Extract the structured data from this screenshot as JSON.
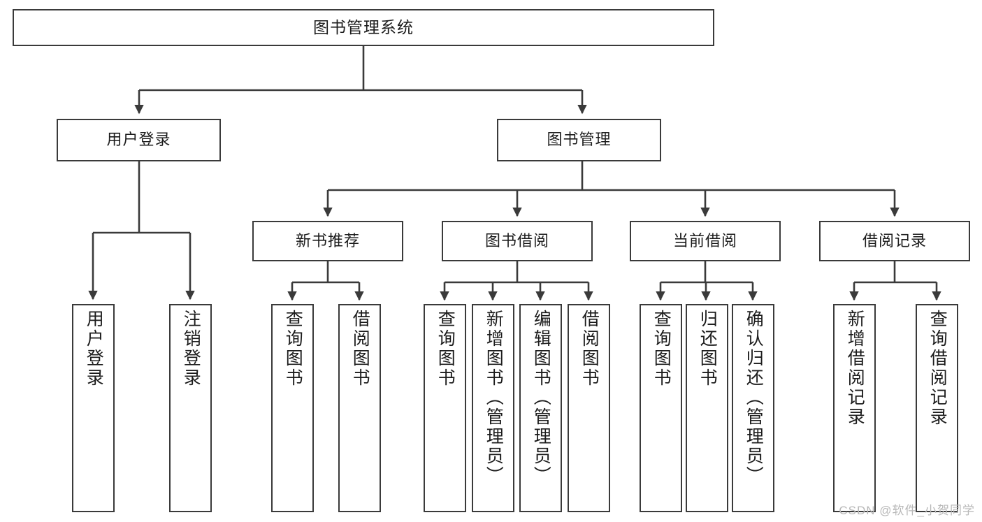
{
  "diagram": {
    "type": "tree-hierarchy-chart",
    "title": "图书管理系统",
    "colors": {
      "background": "#ffffff",
      "box_border": "#3a3a3a",
      "box_fill": "#ffffff",
      "connector": "#3a3a3a",
      "text": "#1c1c1c",
      "watermark": "#b8b8b8"
    },
    "nodes": {
      "root": {
        "label": "图书管理系统"
      },
      "level2": [
        {
          "label": "用户登录"
        },
        {
          "label": "图书管理"
        }
      ],
      "level3": [
        {
          "label": "新书推荐"
        },
        {
          "label": "图书借阅"
        },
        {
          "label": "当前借阅"
        },
        {
          "label": "借阅记录"
        }
      ],
      "leaves": {
        "user_login": [
          {
            "label": "用户登录"
          },
          {
            "label": "注销登录"
          }
        ],
        "new_book_recommend": [
          {
            "label": "查询图书"
          },
          {
            "label": "借阅图书"
          }
        ],
        "book_borrow": [
          {
            "label": "查询图书"
          },
          {
            "label": "新增图书（管理员）"
          },
          {
            "label": "编辑图书（管理员）"
          },
          {
            "label": "借阅图书"
          }
        ],
        "current_borrow": [
          {
            "label": "查询图书"
          },
          {
            "label": "归还图书"
          },
          {
            "label": "确认归还（管理员）"
          }
        ],
        "borrow_record": [
          {
            "label": "新增借阅记录"
          },
          {
            "label": "查询借阅记录"
          }
        ]
      }
    },
    "watermark": "CSDN @软件_小贺同学"
  }
}
